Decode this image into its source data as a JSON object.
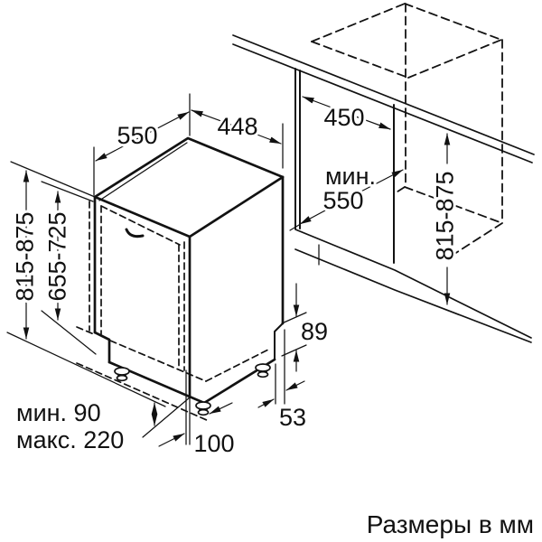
{
  "drawing": {
    "appliance": {
      "depth": "550",
      "width": "448",
      "height": "815-875",
      "front_panel_height": "655-725",
      "rear_step_height": "89",
      "rear_step_depth": "53",
      "front_foot_offset": "100",
      "plinth_min": "мин. 90",
      "plinth_max": "макс. 220"
    },
    "niche": {
      "width": "450",
      "min_depth_label": "мин.",
      "min_depth_value": "550",
      "height": "815-875"
    },
    "caption": "Размеры в мм",
    "colors": {
      "line": "#121212",
      "background": "#ffffff"
    }
  }
}
